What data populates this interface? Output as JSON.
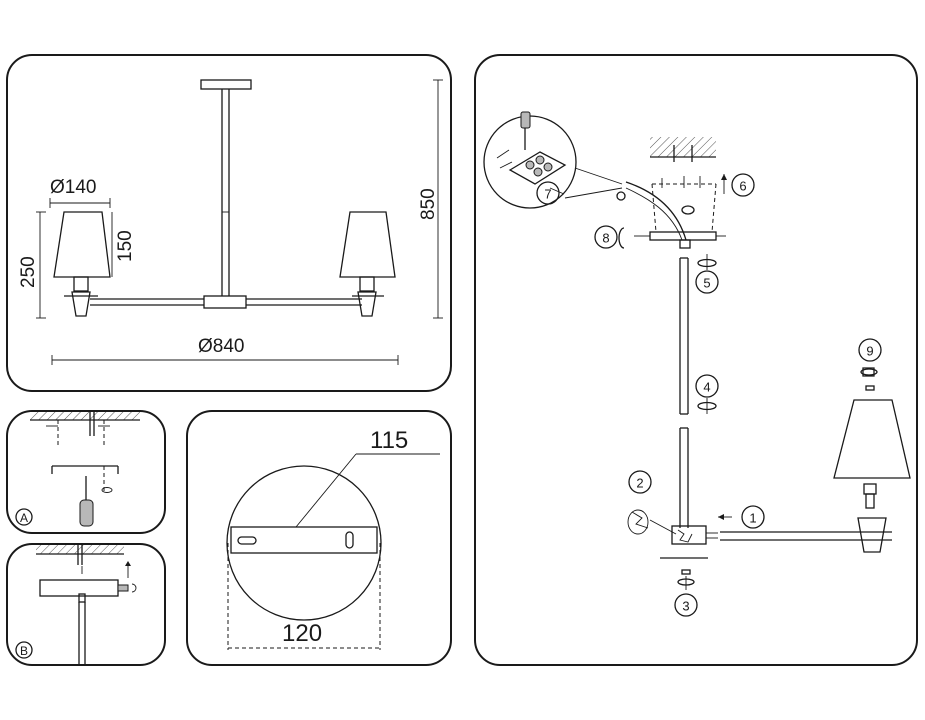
{
  "dimensions": {
    "shade_diameter": "Ø140",
    "shade_height": "150",
    "arm_height": "250",
    "total_height": "850",
    "span_diameter": "Ø840",
    "canopy_width": "120",
    "canopy_depth": "115"
  },
  "panels": {
    "a_label": "A",
    "b_label": "B"
  },
  "steps": [
    "1",
    "2",
    "3",
    "4",
    "5",
    "6",
    "7",
    "8",
    "9"
  ]
}
